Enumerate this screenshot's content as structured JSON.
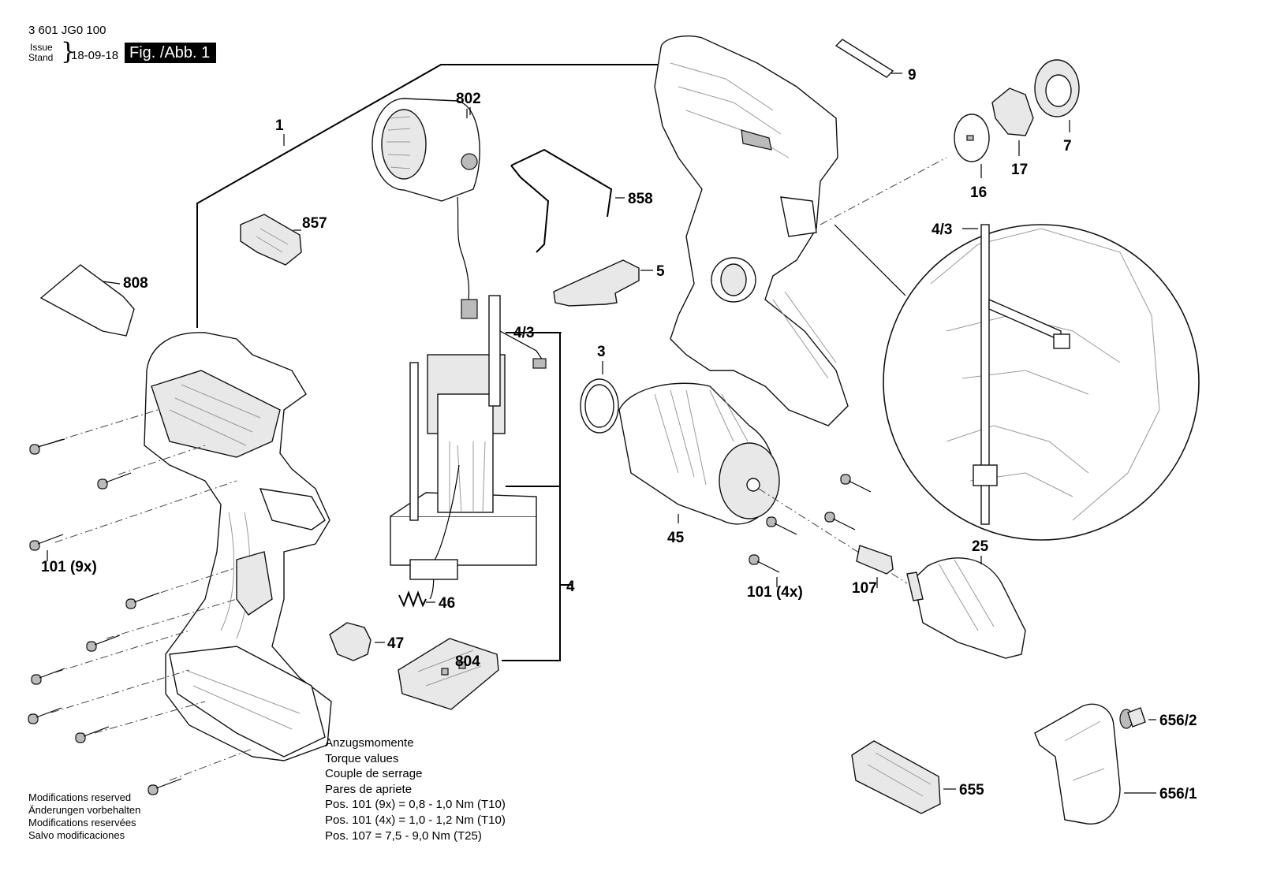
{
  "header": {
    "doc_number": "3 601 JG0 100",
    "issue_label": "Issue",
    "stand_label": "Stand",
    "issue_date": "18-09-18",
    "fig_label": "Fig. /Abb. 1"
  },
  "callouts": {
    "c1": "1",
    "c802": "802",
    "c857": "857",
    "c808": "808",
    "c858": "858",
    "c5": "5",
    "c4_3_left": "4/3",
    "c3": "3",
    "c9": "9",
    "c7": "7",
    "c17": "17",
    "c16": "16",
    "c4_3_detail": "4/3",
    "c45": "45",
    "c101_9x": "101 (9x)",
    "c4": "4",
    "c46": "46",
    "c47": "47",
    "c804": "804",
    "c101_4x": "101 (4x)",
    "c107": "107",
    "c25": "25",
    "c656_2": "656/2",
    "c655": "655",
    "c656_1": "656/1"
  },
  "torque": {
    "lines": [
      "Anzugsmomente",
      "Torque values",
      "Couple de serrage",
      "Pares de apriete",
      "Pos. 101 (9x) = 0,8 - 1,0 Nm (T10)",
      "Pos. 101 (4x) = 1,0 - 1,2 Nm (T10)",
      "Pos. 107 = 7,5 - 9,0 Nm (T25)"
    ]
  },
  "modifications": {
    "lines": [
      "Modifications reserved",
      "Änderungen vorbehalten",
      "Modifications reservées",
      "Salvo modificaciones"
    ]
  }
}
